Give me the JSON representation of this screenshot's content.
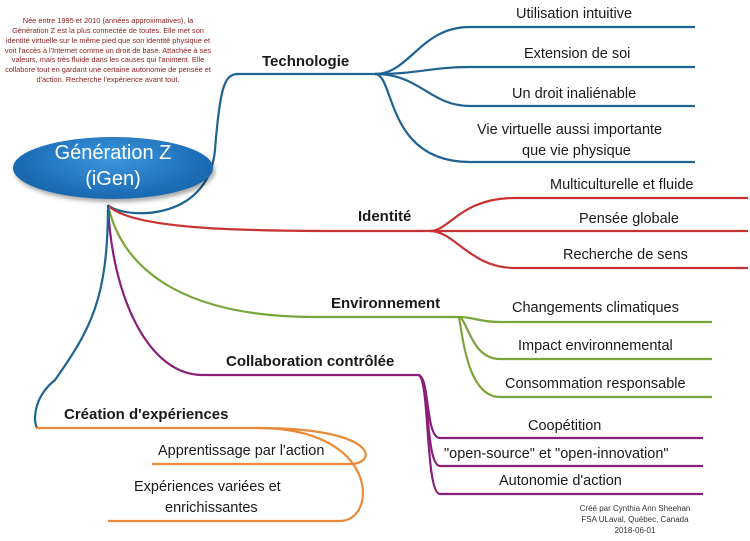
{
  "intro": "Née entre 1995 et 2010 (années approximatives), la Génération Z est la plus connectée de toutes. Elle met son identité virtuelle sur le même pied que son identité physique et voit l'accès à l'Internet comme un droit de base. Attachée à ses valeurs, mais très fluide dans les causes qui l'animent. Elle collabore tout en gardant une certaine autonomie de pensée et d'action. Recherche l'expérience avant tout.",
  "root": {
    "line1": "Génération Z",
    "line2": "(iGen)",
    "color": "#1d6fb8"
  },
  "branches": {
    "technologie": {
      "label": "Technologie",
      "color": "#1f6391",
      "items": [
        "Utilisation intuitive",
        "Extension de soi",
        "Un droit inaliénable",
        "Vie virtuelle aussi importante",
        "que vie physique"
      ]
    },
    "identite": {
      "label": "Identité",
      "color": "#c83232",
      "items": [
        "Multiculturelle et fluide",
        "Pensée globale",
        "Recherche de sens"
      ]
    },
    "environnement": {
      "label": "Environnement",
      "color": "#7aa53a",
      "items": [
        "Changements climatiques",
        "Impact environnemental",
        "Consommation responsable"
      ]
    },
    "collaboration": {
      "label": "Collaboration contrôlée",
      "color": "#8a1e78",
      "items": [
        "Coopétition",
        "\"open-source\" et \"open-innovation\"",
        "Autonomie d'action"
      ]
    },
    "experiences": {
      "label": "Création d'expériences",
      "color": "#e98a3a",
      "items": [
        "Apprentissage par l'action",
        "Expériences variées et",
        "enrichissantes"
      ]
    }
  },
  "credit": {
    "line1": "Créé par Cynthia Ann Sheehan",
    "line2": "FSA ULaval, Québec, Canada",
    "line3": "2018-06-01"
  }
}
